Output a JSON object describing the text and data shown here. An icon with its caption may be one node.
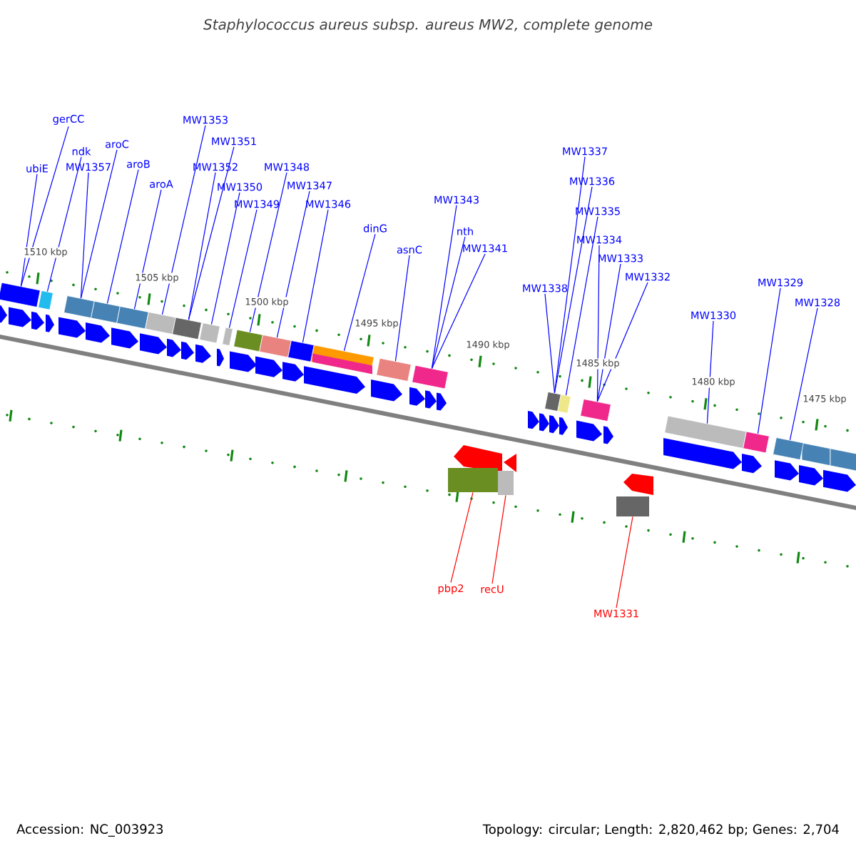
{
  "diagram": {
    "title": "Staphylococcus aureus subsp. aureus MW2, complete genome",
    "nodes": [
      {
        "text": [
          "ubiE"
        ]
      },
      {
        "text": [
          "gerCC"
        ]
      },
      {
        "text": [
          "ndk"
        ]
      },
      {
        "text": [
          "MW1357"
        ]
      },
      {
        "text": [
          "aroC"
        ]
      },
      {
        "text": [
          "aroB"
        ]
      },
      {
        "text": [
          "aroA"
        ]
      },
      {
        "text": [
          "MW1353"
        ]
      },
      {
        "text": [
          "MW1351"
        ]
      },
      {
        "text": [
          "MW1352"
        ]
      },
      {
        "text": [
          "MW1350"
        ]
      },
      {
        "text": [
          "MW1349"
        ]
      },
      {
        "text": [
          "MW1348"
        ]
      },
      {
        "text": [
          "MW1347"
        ]
      },
      {
        "text": [
          "MW1346"
        ]
      },
      {
        "text": [
          "dinG"
        ]
      },
      {
        "text": [
          "asnC"
        ]
      },
      {
        "text": [
          "MW1343"
        ]
      },
      {
        "text": [
          "nth"
        ]
      },
      {
        "text": [
          "MW1341"
        ]
      },
      {
        "text": [
          "MW1338"
        ]
      },
      {
        "text": [
          "MW1337"
        ]
      },
      {
        "text": [
          "MW1336"
        ]
      },
      {
        "text": [
          "MW1335"
        ]
      },
      {
        "text": [
          "MW1334"
        ]
      },
      {
        "text": [
          "MW1333"
        ]
      },
      {
        "text": [
          "MW1332"
        ]
      },
      {
        "text": [
          "MW1330"
        ]
      },
      {
        "text": [
          "MW1329"
        ]
      },
      {
        "text": [
          "MW1328"
        ]
      },
      {
        "text": [
          "pbp2"
        ]
      },
      {
        "text": [
          "recU"
        ]
      },
      {
        "text": [
          "MW1331"
        ]
      },
      {
        "text": [],
        "shape": "box"
      },
      {
        "text": [],
        "shape": "box"
      },
      {
        "text": [],
        "shape": "box"
      },
      {
        "text": [],
        "shape": "box"
      },
      {
        "text": [],
        "shape": "box"
      },
      {
        "text": [],
        "shape": "box"
      },
      {
        "text": [],
        "shape": "box"
      },
      {
        "text": [],
        "shape": "box"
      },
      {
        "text": [],
        "shape": "box"
      },
      {
        "text": [],
        "shape": "box"
      },
      {
        "text": [],
        "shape": "box"
      },
      {
        "text": [],
        "shape": "box"
      },
      {
        "text": [],
        "shape": "box"
      },
      {
        "text": [],
        "shape": "box"
      },
      {
        "text": [],
        "shape": "box"
      },
      {
        "text": [],
        "shape": "box"
      },
      {
        "text": [],
        "shape": "box"
      },
      {
        "text": [],
        "shape": "box"
      },
      {
        "text": [],
        "shape": "box"
      },
      {
        "text": [],
        "shape": "box"
      },
      {
        "text": [],
        "shape": "box"
      },
      {
        "text": [],
        "shape": "box"
      },
      {
        "text": [],
        "shape": "box"
      },
      {
        "text": [],
        "shape": "box"
      }
    ],
    "edges": [
      {
        "from": 0,
        "to": 33,
        "arrow": "none"
      },
      {
        "from": 1,
        "to": 33,
        "arrow": "none"
      },
      {
        "from": 2,
        "to": 34,
        "arrow": "none"
      },
      {
        "from": 3,
        "to": 35,
        "arrow": "none"
      },
      {
        "from": 4,
        "to": 35,
        "arrow": "none"
      },
      {
        "from": 5,
        "to": 36,
        "arrow": "none"
      },
      {
        "from": 6,
        "to": 37,
        "arrow": "none"
      },
      {
        "from": 7,
        "to": 38,
        "arrow": "none"
      },
      {
        "from": 8,
        "to": 39,
        "arrow": "none"
      },
      {
        "from": 9,
        "to": 39,
        "arrow": "none"
      },
      {
        "from": 10,
        "to": 40,
        "arrow": "none"
      },
      {
        "from": 11,
        "to": 41,
        "arrow": "none"
      },
      {
        "from": 12,
        "to": 42,
        "arrow": "none"
      },
      {
        "from": 13,
        "to": 43,
        "arrow": "none"
      },
      {
        "from": 14,
        "to": 44,
        "arrow": "none"
      },
      {
        "from": 15,
        "to": 45,
        "arrow": "none"
      },
      {
        "from": 16,
        "to": 46,
        "arrow": "none"
      },
      {
        "from": 17,
        "to": 47,
        "arrow": "none"
      },
      {
        "from": 18,
        "to": 47,
        "arrow": "none"
      },
      {
        "from": 19,
        "to": 47,
        "arrow": "none"
      },
      {
        "from": 20,
        "to": 48,
        "arrow": "none"
      },
      {
        "from": 21,
        "to": 48,
        "arrow": "none"
      },
      {
        "from": 22,
        "to": 48,
        "arrow": "none"
      },
      {
        "from": 23,
        "to": 49,
        "arrow": "none"
      },
      {
        "from": 24,
        "to": 50,
        "arrow": "none"
      },
      {
        "from": 25,
        "to": 50,
        "arrow": "none"
      },
      {
        "from": 26,
        "to": 50,
        "arrow": "none"
      },
      {
        "from": 27,
        "to": 51,
        "arrow": "none"
      },
      {
        "from": 28,
        "to": 52,
        "arrow": "none"
      },
      {
        "from": 29,
        "to": 53,
        "arrow": "none"
      },
      {
        "from": 30,
        "to": 54,
        "arrow": "none",
        "color": "#ff0000"
      },
      {
        "from": 31,
        "to": 55,
        "arrow": "none",
        "color": "#ff0000"
      },
      {
        "from": 32,
        "to": 56,
        "arrow": "none",
        "color": "#ff0000"
      }
    ],
    "labels": [
      "1510 kbp",
      "1505 kbp",
      "1500 kbp",
      "1495 kbp",
      "1490 kbp",
      "1485 kbp",
      "1480 kbp",
      "1475 kbp",
      "Accession: NC_003923",
      "Topology: circular; Length: 2,820,462 bp; Genes: 2,704"
    ]
  }
}
